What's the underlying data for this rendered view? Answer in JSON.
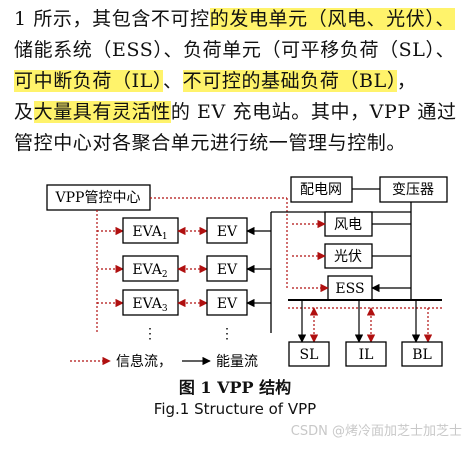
{
  "paragraph": {
    "line1": {
      "a": "1 所示，其包含不可控",
      "hl": "的发电单元（风电、光伏）、"
    },
    "line2": {
      "a": "储能系统（ESS）、负荷单元（可平移负荷（SL）、"
    },
    "line3": {
      "hl": "可中断负荷（IL）",
      "b": "、",
      "hl2": "不可控的基础负荷（BL）",
      "c": "，"
    },
    "line4": {
      "a": "及",
      "hl": "大量具有灵活性",
      "b": "的 EV 充电站。其中，VPP 通过"
    },
    "line5": {
      "a": "管控中心对各聚合单元进行统一管理与控制。"
    }
  },
  "figure": {
    "vpp": "VPP管控中心",
    "grid": "配电网",
    "transformer": "变压器",
    "wind": "风电",
    "pv": "光伏",
    "ess": "ESS",
    "eva1": {
      "base": "EVA",
      "sub": "1"
    },
    "eva2": {
      "base": "EVA",
      "sub": "2"
    },
    "eva3": {
      "base": "EVA",
      "sub": "3"
    },
    "ev": "EV",
    "dots": "⋮",
    "sl": "SL",
    "il": "IL",
    "bl": "BL",
    "legend_info": "信息流，",
    "legend_energy": "能量流"
  },
  "caption": {
    "cn": "图 1 VPP 结构",
    "en": "Fig.1 Structure of VPP"
  },
  "watermark": "CSDN @烤冷面加芝士加芝士"
}
